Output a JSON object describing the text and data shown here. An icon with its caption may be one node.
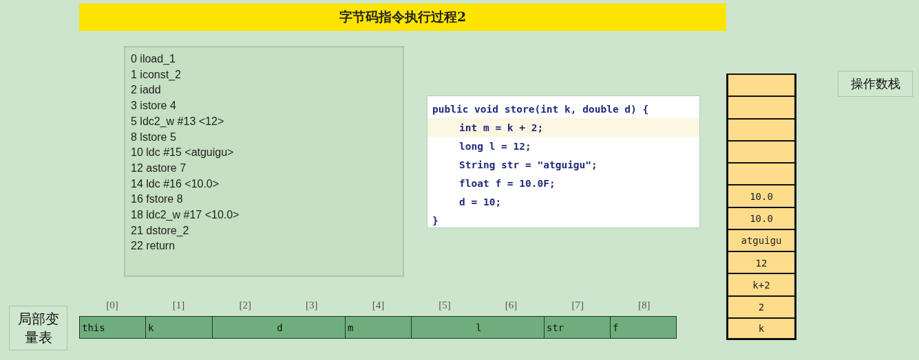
{
  "diagram": {
    "title": "字节码指令执行过程2",
    "nodes": [
      {
        "text": [
          "0 iload_1",
          "1 iconst_2",
          "2 iadd",
          "3 istore 4",
          "5 ldc2_w #13 <12>",
          "8 lstore 5",
          "10 ldc #15 <atguigu>",
          "12 astore 7",
          "14 ldc #16 <10.0>",
          "16 fstore 8",
          "18 ldc2_w #17 <10.0>",
          "21 dstore_2",
          "22 return"
        ]
      },
      {
        "text": [
          "public void store(int k, double d) {",
          "int m = k + 2;",
          "long l = 12;",
          "String str = \"atguigu\";",
          "float f = 10.0F;",
          "d = 10;",
          "}"
        ]
      },
      {
        "text": [
          "操作数栈"
        ]
      },
      {
        "text": [],
        "shape": "box"
      },
      {
        "text": [],
        "shape": "box"
      },
      {
        "text": [],
        "shape": "box"
      },
      {
        "text": [],
        "shape": "box"
      },
      {
        "text": [],
        "shape": "box"
      },
      {
        "text": [
          "10.0"
        ]
      },
      {
        "text": [
          "10.0"
        ]
      },
      {
        "text": [
          "atguigu"
        ]
      },
      {
        "text": [
          "12"
        ]
      },
      {
        "text": [
          "k+2"
        ]
      },
      {
        "text": [
          "2"
        ]
      },
      {
        "text": [
          "k"
        ]
      },
      {
        "text": [
          "局部变量表"
        ]
      },
      {
        "text": [
          "this"
        ]
      },
      {
        "text": [
          "k"
        ]
      },
      {
        "text": [
          "d"
        ]
      },
      {
        "text": [
          "m"
        ]
      },
      {
        "text": [
          "l"
        ]
      },
      {
        "text": [
          "str"
        ]
      },
      {
        "text": [
          "f"
        ]
      }
    ],
    "labels": [
      "[0]",
      "[1]",
      "[2]",
      "[3]",
      "[4]",
      "[5]",
      "[6]",
      "[7]",
      "[8]"
    ]
  }
}
